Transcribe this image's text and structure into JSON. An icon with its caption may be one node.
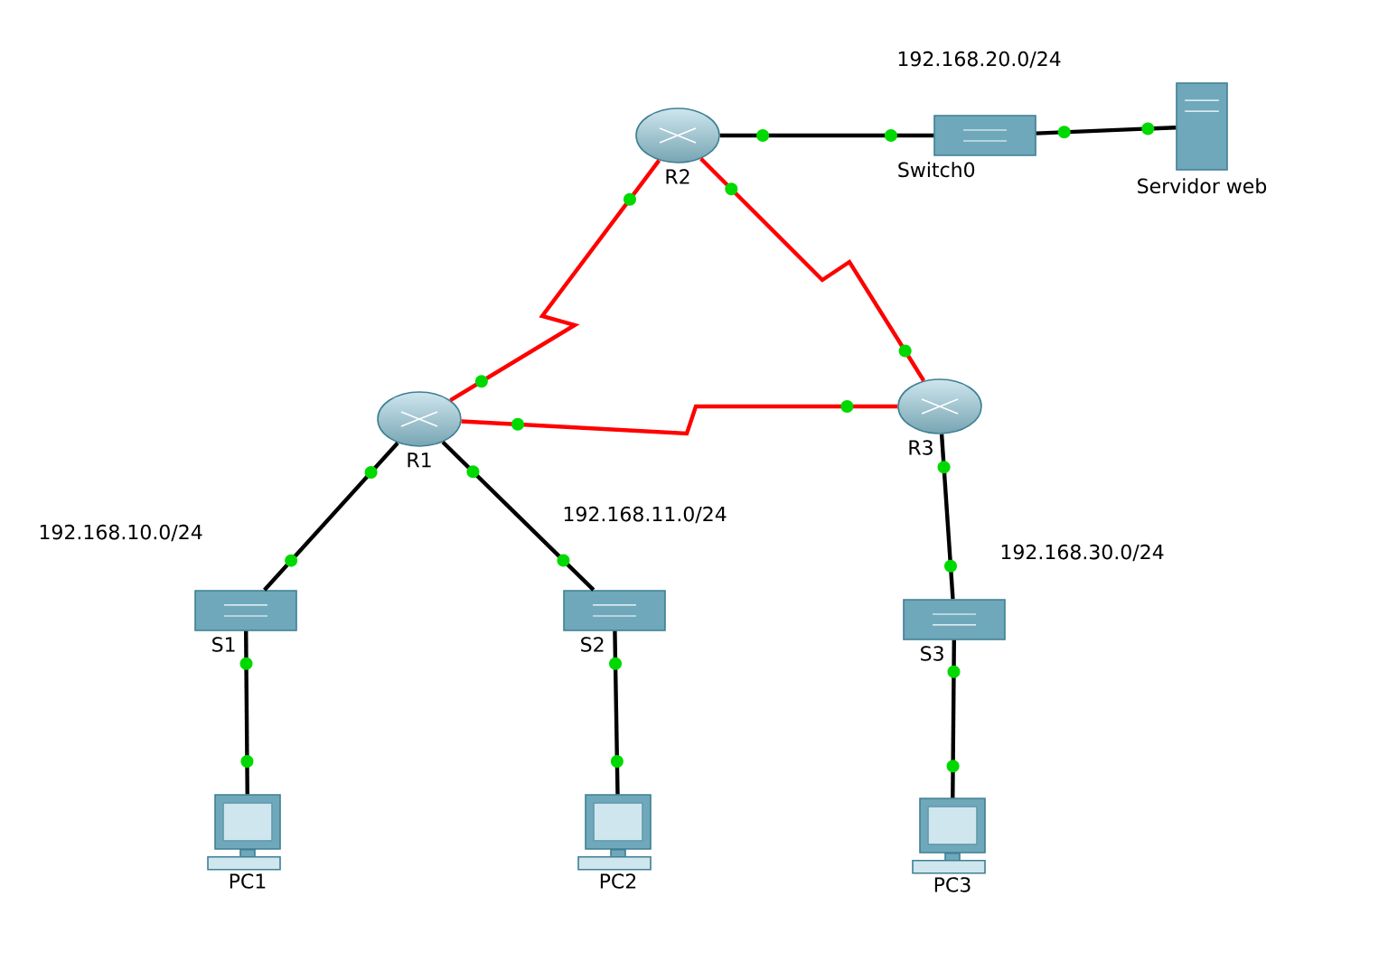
{
  "diagram": {
    "nodes": [
      {
        "text": [
          "R2"
        ]
      },
      {
        "text": [
          "Switch0"
        ]
      },
      {
        "text": [
          "Servidor web"
        ]
      },
      {
        "text": [
          "R1"
        ]
      },
      {
        "text": [
          "R3"
        ]
      },
      {
        "text": [
          "S1"
        ]
      },
      {
        "text": [
          "S2"
        ]
      },
      {
        "text": [
          "S3"
        ]
      },
      {
        "text": [
          "PC1"
        ]
      },
      {
        "text": [
          "PC2"
        ]
      },
      {
        "text": [
          "PC3"
        ]
      }
    ],
    "edges": [
      {
        "from": 0,
        "to": 1,
        "arrow": "none"
      },
      {
        "from": 1,
        "to": 2,
        "arrow": "none"
      },
      {
        "from": 0,
        "to": 3,
        "arrow": "none",
        "color": "#ff0000"
      },
      {
        "from": 0,
        "to": 4,
        "arrow": "none",
        "color": "#ff0000"
      },
      {
        "from": 3,
        "to": 4,
        "arrow": "none",
        "color": "#ff0000"
      },
      {
        "from": 3,
        "to": 5,
        "arrow": "none"
      },
      {
        "from": 3,
        "to": 6,
        "arrow": "none"
      },
      {
        "from": 4,
        "to": 7,
        "arrow": "none"
      },
      {
        "from": 5,
        "to": 8,
        "arrow": "none"
      },
      {
        "from": 6,
        "to": 9,
        "arrow": "none"
      },
      {
        "from": 7,
        "to": 10,
        "arrow": "none"
      }
    ],
    "labels": [
      "192.168.20.0/24",
      "192.168.10.0/24",
      "192.168.11.0/24",
      "192.168.30.0/24"
    ]
  }
}
